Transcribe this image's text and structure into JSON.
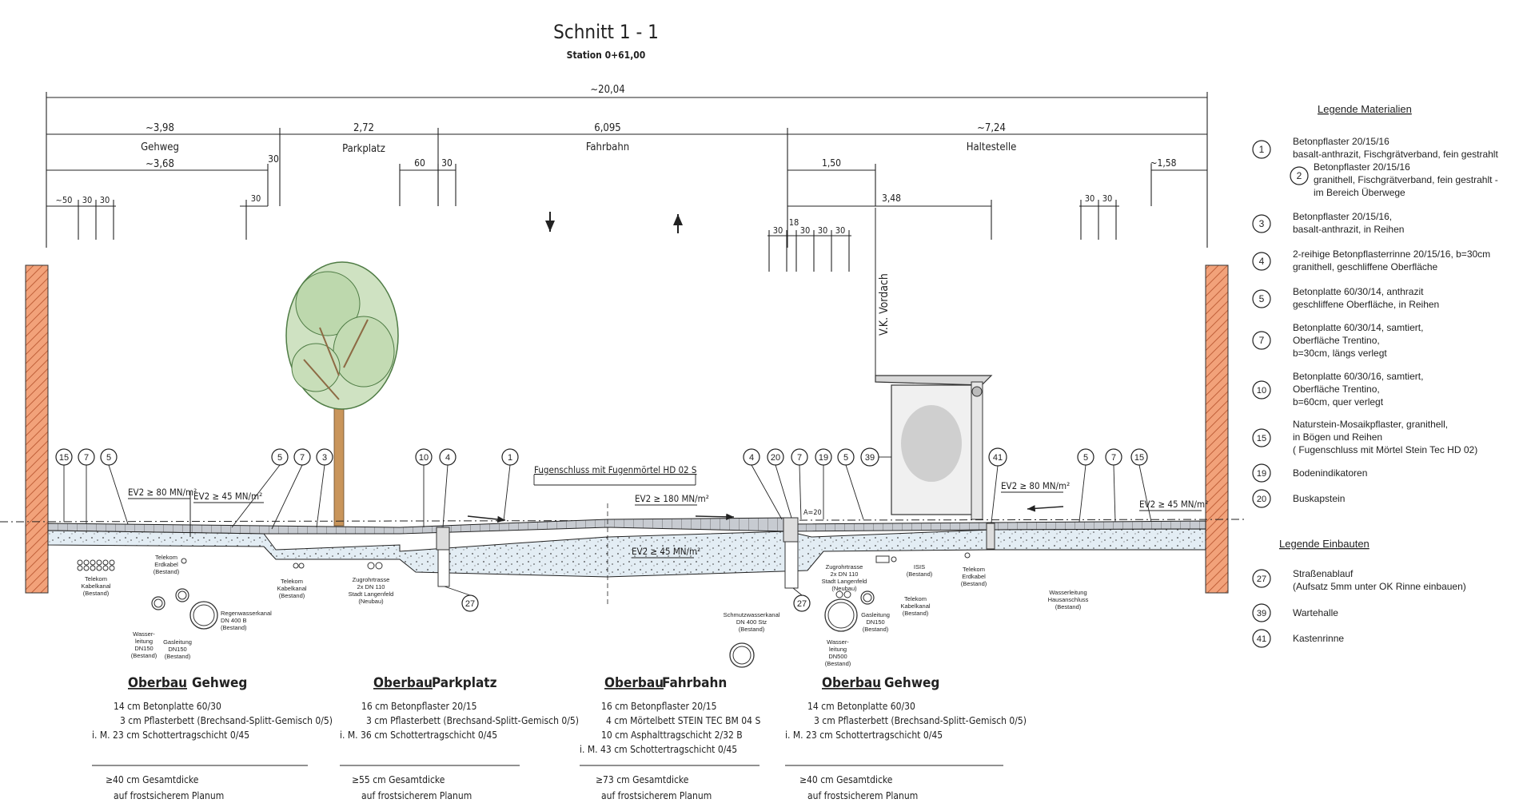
{
  "title": "Schnitt 1 - 1",
  "subtitle": "Station 0+61,00",
  "dims": {
    "total": "~20,04",
    "gehweg_left": "~3,98",
    "parkplatz": "2,72",
    "fahrbahn": "6,095",
    "haltestelle": "~7,24",
    "gehweg_inner": "~3,68",
    "d30": "30",
    "d50": "~50",
    "d60": "60",
    "d150": "1,50",
    "d348": "3,48",
    "d158": "~1,58",
    "d18": "18",
    "a20": "A=20"
  },
  "zones": {
    "gehweg": "Gehweg",
    "parkplatz": "Parkplatz",
    "fahrbahn": "Fahrbahn",
    "haltestelle": "Haltestelle"
  },
  "vordach": "V.K. Vordach",
  "annotations": {
    "fugen": "Fugenschluss mit Fugenmörtel HD 02 S",
    "ev_80": "EV2 ≥ 80 MN/m²",
    "ev_45": "EV2 ≥ 45 MN/m²",
    "ev_180": "EV2 ≥ 180 MN/m²"
  },
  "callouts": [
    "15",
    "7",
    "5",
    "5",
    "7",
    "3",
    "10",
    "4",
    "1",
    "4",
    "20",
    "7",
    "19",
    "5",
    "39",
    "41",
    "5",
    "7",
    "15",
    "27",
    "27"
  ],
  "utilities": {
    "telekom_kabelkanal_l": [
      "Telekom",
      "Kabelkanal",
      "(Bestand)"
    ],
    "telekom_erdkabel_l": [
      "Telekom",
      "Erdkabel",
      "(Bestand)"
    ],
    "wasserleitung_l": [
      "Wasser-",
      "leitung",
      "DN150",
      "(Bestand)"
    ],
    "gasleitung_l": [
      "Gasleitung",
      "DN150",
      "(Bestand)"
    ],
    "regenwasser": [
      "Regenwasserkanal",
      "DN 400 B",
      "(Bestand)"
    ],
    "telekom_kabelkanal_m": [
      "Telekom",
      "Kabelkanal",
      "(Bestand)"
    ],
    "zugrohr_l": [
      "Zugrohrtrasse",
      "2x DN 110",
      "Stadt Langenfeld",
      "(Neubau)"
    ],
    "schmutzwasser": [
      "Schmutzwasserkanal",
      "DN 400 Stz",
      "(Bestand)"
    ],
    "zugrohr_r": [
      "Zugrohrtrasse",
      "2x DN 110",
      "Stadt Langenfeld",
      "(Neubau)"
    ],
    "isis": [
      "ISIS",
      "(Bestand)"
    ],
    "telekom_kabelkanal_r": [
      "Telekom",
      "Kabelkanal",
      "(Bestand)"
    ],
    "gasleitung_r": [
      "Gasleitung",
      "DN150",
      "(Bestand)"
    ],
    "wasserleitung_r": [
      "Wasser-",
      "leitung",
      "DN500",
      "(Bestand)"
    ],
    "telekom_erdkabel_r": [
      "Telekom",
      "Erdkabel",
      "(Bestand)"
    ],
    "hausanschluss": [
      "Wasserleitung",
      "Hausanschluss",
      "(Bestand)"
    ]
  },
  "legend_materials": {
    "title": "Legende Materialien",
    "items": [
      {
        "num": "1",
        "lines": [
          "Betonpflaster 20/15/16",
          "basalt-anthrazit, Fischgrätverband, fein gestrahlt"
        ]
      },
      {
        "num": "2",
        "lines": [
          "Betonpflaster 20/15/16",
          "granithell, Fischgrätverband, fein gestrahlt -",
          "im Bereich Überwege"
        ]
      },
      {
        "num": "3",
        "lines": [
          "Betonpflaster 20/15/16,",
          "basalt-anthrazit, in Reihen"
        ]
      },
      {
        "num": "4",
        "lines": [
          "2-reihige Betonpflasterrinne 20/15/16, b=30cm",
          "granithell, geschliffene Oberfläche"
        ]
      },
      {
        "num": "5",
        "lines": [
          "Betonplatte 60/30/14, anthrazit",
          "geschliffene Oberfläche, in Reihen"
        ]
      },
      {
        "num": "7",
        "lines": [
          "Betonplatte 60/30/14, samtiert,",
          "Oberfläche Trentino,",
          "b=30cm, längs verlegt"
        ]
      },
      {
        "num": "10",
        "lines": [
          "Betonplatte 60/30/16, samtiert,",
          "Oberfläche Trentino,",
          "b=60cm, quer verlegt"
        ]
      },
      {
        "num": "15",
        "lines": [
          "Naturstein-Mosaikpflaster, granithell,",
          "in Bögen und Reihen",
          "( Fugenschluss mit Mörtel Stein Tec HD 02)"
        ]
      },
      {
        "num": "19",
        "lines": [
          "Bodenindikatoren"
        ]
      },
      {
        "num": "20",
        "lines": [
          "Buskapstein"
        ]
      }
    ]
  },
  "legend_einbauten": {
    "title": "Legende Einbauten",
    "items": [
      {
        "num": "27",
        "lines": [
          "Straßenablauf",
          "(Aufsatz 5mm unter OK Rinne einbauen)"
        ]
      },
      {
        "num": "39",
        "lines": [
          "Wartehalle"
        ]
      },
      {
        "num": "41",
        "lines": [
          "Kastenrinne"
        ]
      }
    ]
  },
  "oberbau": [
    {
      "title_a": "Oberbau",
      "title_b": "Gehweg",
      "lines": [
        "14 cm Betonplatte 60/30",
        "3 cm Pflasterbett (Brechsand-Splitt-Gemisch 0/5)",
        "i. M. 23 cm Schottertragschicht 0/45"
      ],
      "total": "≥40 cm Gesamtdicke",
      "planum": "auf frostsicherem Planum"
    },
    {
      "title_a": "Oberbau",
      "title_b": "Parkplatz",
      "lines": [
        "16 cm Betonpflaster 20/15",
        "3 cm Pflasterbett (Brechsand-Splitt-Gemisch 0/5)",
        "i. M. 36 cm Schottertragschicht 0/45"
      ],
      "total": "≥55 cm Gesamtdicke",
      "planum": "auf frostsicherem Planum"
    },
    {
      "title_a": "Oberbau",
      "title_b": "Fahrbahn",
      "lines": [
        "16 cm Betonpflaster 20/15",
        "4 cm Mörtelbett STEIN TEC BM 04 S",
        "10 cm Asphalttragschicht 2/32 B",
        "i. M. 43 cm Schottertragschicht 0/45"
      ],
      "total": "≥73 cm Gesamtdicke",
      "planum": "auf frostsicherem Planum"
    },
    {
      "title_a": "Oberbau",
      "title_b": "Gehweg",
      "lines": [
        "14 cm Betonplatte 60/30",
        "3 cm Pflasterbett (Brechsand-Splitt-Gemisch 0/5)",
        "i. M. 23 cm Schottertragschicht 0/45"
      ],
      "total": "≥40 cm Gesamtdicke",
      "planum": "auf frostsicherem Planum"
    }
  ]
}
